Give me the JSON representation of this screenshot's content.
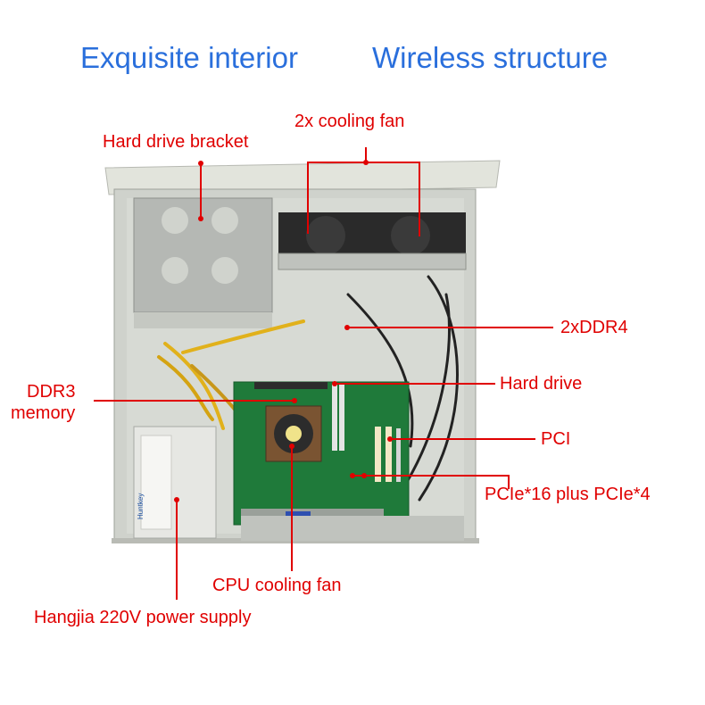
{
  "headline": {
    "left": "Exquisite interior",
    "right": "Wireless structure"
  },
  "callouts": {
    "cooling_fan": "2x cooling fan",
    "hdd_bracket": "Hard drive bracket",
    "ddr4": "2xDDR4",
    "hard_drive": "Hard drive",
    "ddr3_line1": "DDR3",
    "ddr3_line2": "memory",
    "pci": "PCI",
    "pcie": "PCIe*16 plus PCIe*4",
    "cpu_fan": "CPU cooling fan",
    "power_supply": "Hangjia 220V power supply"
  },
  "psu_brand": "Huntkey",
  "colors": {
    "headline": "#2a6fdc",
    "callout": "#e00000",
    "chassis": "#d9dcd6",
    "motherboard": "#1f7a3a"
  }
}
